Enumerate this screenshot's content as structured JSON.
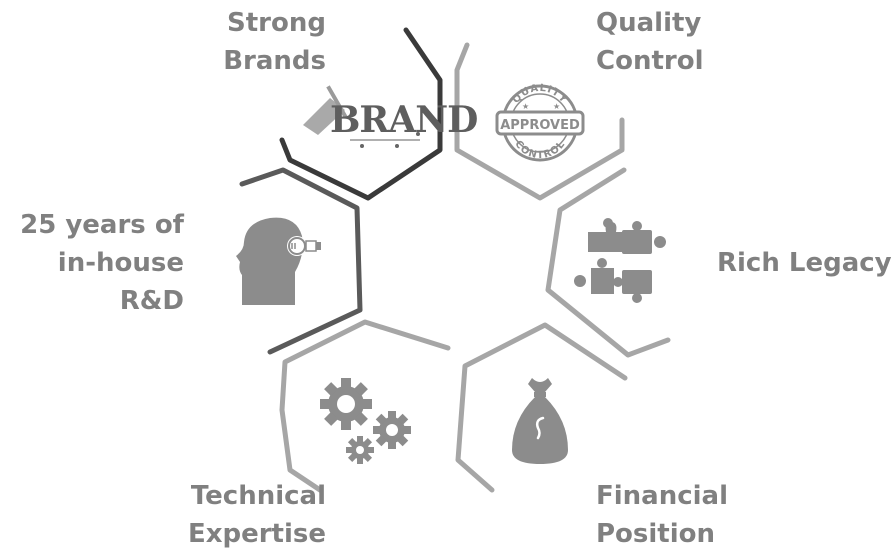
{
  "segments": [
    {
      "id": "strong-brands",
      "lines": [
        "Strong",
        "Brands"
      ],
      "icon": "brand-icon"
    },
    {
      "id": "quality-control",
      "lines": [
        "Quality",
        "Control"
      ],
      "icon": "approved-stamp-icon",
      "stamp": {
        "top": "QUALITY",
        "middle": "APPROVED",
        "bottom": "CONTROL"
      }
    },
    {
      "id": "rnd",
      "lines": [
        "25 years of",
        "in-house",
        "R&D"
      ],
      "icon": "head-bulb-icon"
    },
    {
      "id": "rich-legacy",
      "lines": [
        "Rich Legacy"
      ],
      "icon": "puzzle-icon"
    },
    {
      "id": "technical-expertise",
      "lines": [
        "Technical",
        "Expertise"
      ],
      "icon": "gears-icon"
    },
    {
      "id": "financial-position",
      "lines": [
        "Financial",
        "Position"
      ],
      "icon": "money-bag-icon"
    }
  ],
  "brand_word": "BRAND",
  "colors": {
    "label": "#808080",
    "outline_dark": "#3a3a3a",
    "outline_mid": "#5a5a5a",
    "outline_light": "#a6a6a6",
    "icon": "#8c8c8c"
  }
}
